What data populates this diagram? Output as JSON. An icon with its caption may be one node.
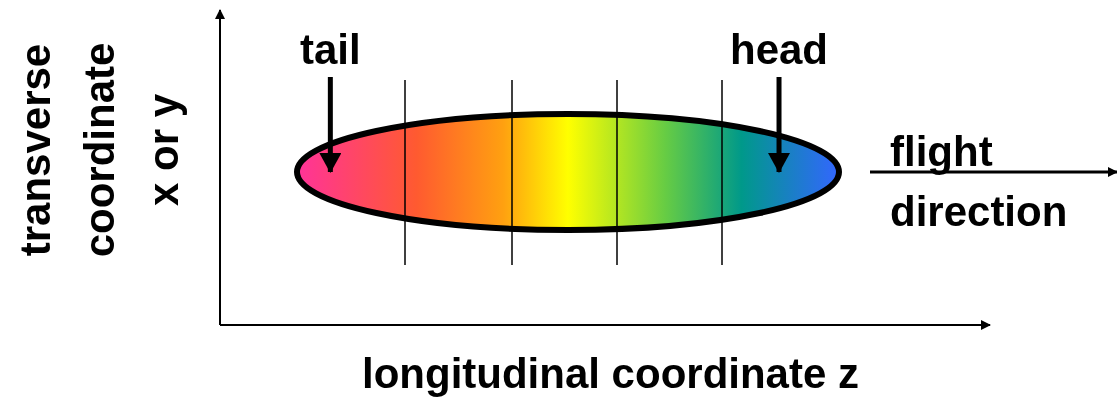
{
  "diagram": {
    "nodes": [
      {
        "text": [
          "tail"
        ]
      },
      {
        "text": [
          "head"
        ]
      },
      {
        "text": [],
        "shape": "ellipse"
      }
    ],
    "edges": [
      {
        "from": 0,
        "to": 2,
        "arrow": "to"
      },
      {
        "from": 1,
        "to": 2,
        "arrow": "to"
      }
    ],
    "labels": [
      "flight direction",
      "transverse coordinate x or y",
      "longitudinal coordinate z"
    ]
  }
}
